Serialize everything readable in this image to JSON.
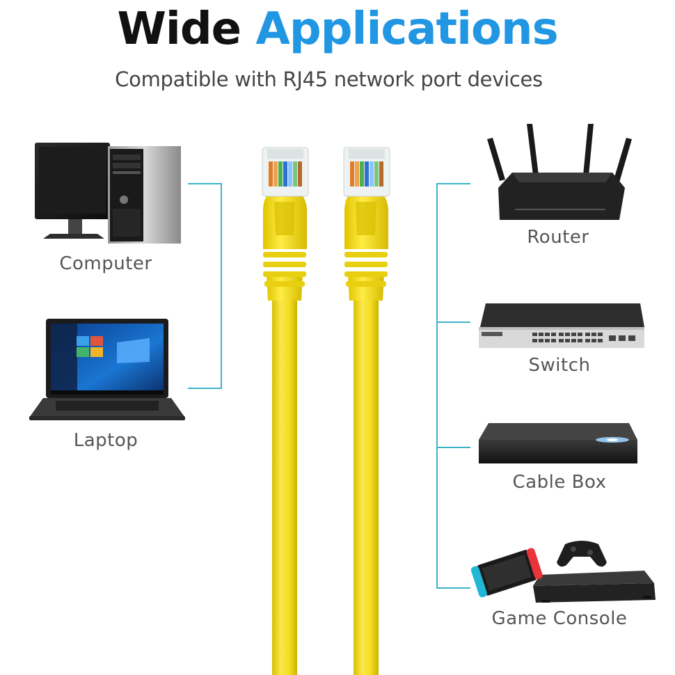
{
  "header": {
    "title_word1": "Wide",
    "title_word2": "Applications",
    "subtitle": "Compatible with RJ45 network port devices"
  },
  "devices_left": [
    {
      "label": "Computer",
      "icon": "desktop-computer-icon"
    },
    {
      "label": "Laptop",
      "icon": "laptop-icon"
    }
  ],
  "devices_right": [
    {
      "label": "Router",
      "icon": "router-icon"
    },
    {
      "label": "Switch",
      "icon": "network-switch-icon"
    },
    {
      "label": "Cable Box",
      "icon": "cable-box-icon"
    },
    {
      "label": "Game Console",
      "icon": "game-console-icon"
    }
  ],
  "colors": {
    "accent": "#2196e3",
    "cable": "#f3dc1e",
    "connector_line": "#3bb3c8"
  }
}
